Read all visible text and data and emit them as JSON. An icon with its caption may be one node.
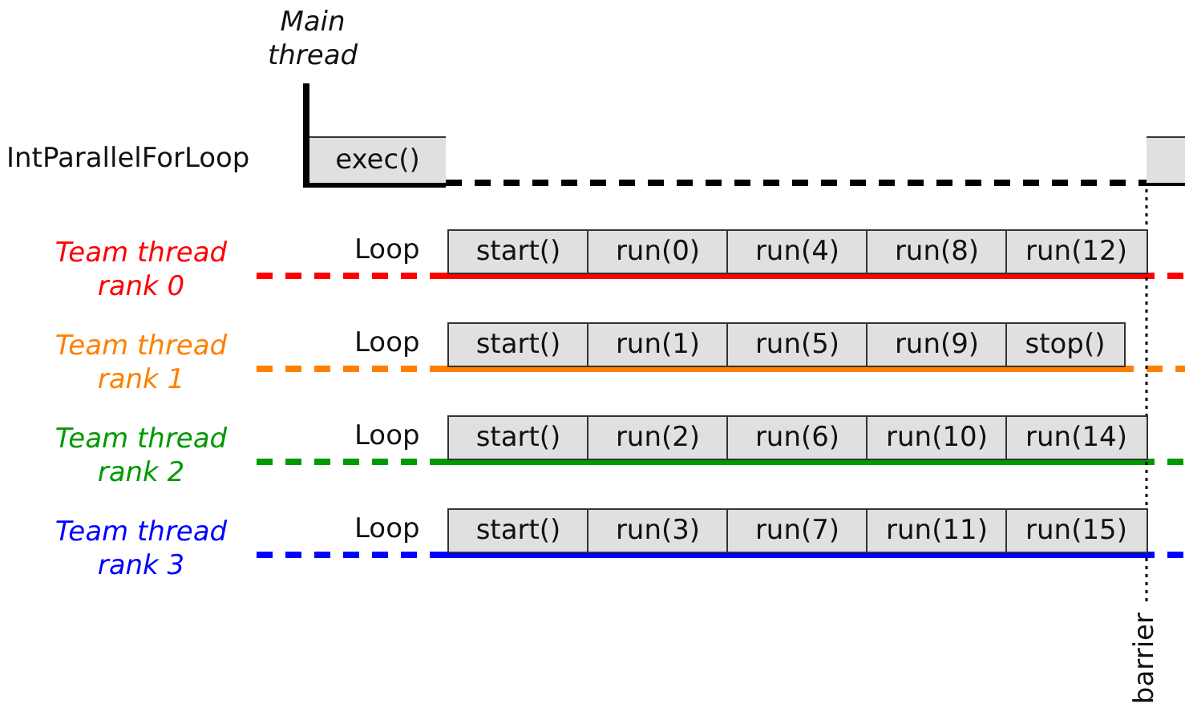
{
  "diagram": {
    "nodes": [
      {
        "text": [
          "exec()"
        ]
      },
      {
        "text": [],
        "shape": "box"
      },
      {
        "text": [
          "start()"
        ]
      },
      {
        "text": [
          "run(0)"
        ]
      },
      {
        "text": [
          "run(4)"
        ]
      },
      {
        "text": [
          "run(8)"
        ]
      },
      {
        "text": [
          "run(12)"
        ]
      },
      {
        "text": [
          "start()"
        ]
      },
      {
        "text": [
          "run(1)"
        ]
      },
      {
        "text": [
          "run(5)"
        ]
      },
      {
        "text": [
          "run(9)"
        ]
      },
      {
        "text": [
          "stop()"
        ]
      },
      {
        "text": [
          "start()"
        ]
      },
      {
        "text": [
          "run(2)"
        ]
      },
      {
        "text": [
          "run(6)"
        ]
      },
      {
        "text": [
          "run(10)"
        ]
      },
      {
        "text": [
          "run(14)"
        ]
      },
      {
        "text": [
          "start()"
        ]
      },
      {
        "text": [
          "run(3)"
        ]
      },
      {
        "text": [
          "run(7)"
        ]
      },
      {
        "text": [
          "run(11)"
        ]
      },
      {
        "text": [
          "run(15)"
        ]
      }
    ],
    "edges": [
      {
        "from": 0,
        "to": 1,
        "arrow": "none",
        "style": "dashed"
      }
    ],
    "labels": [
      "Main thread",
      "IntParallelForLoop",
      "Team thread rank 0",
      "Loop",
      "Team thread rank 1",
      "Loop",
      "Team thread rank 2",
      "Loop",
      "Team thread rank 3",
      "Loop",
      "barrier"
    ]
  }
}
